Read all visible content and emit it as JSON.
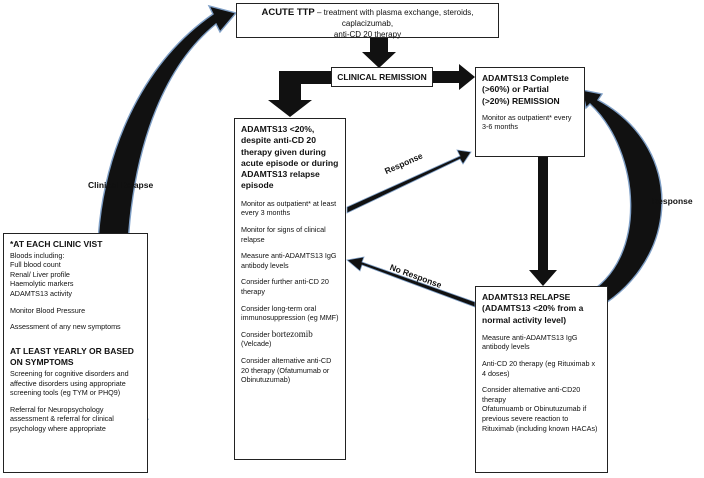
{
  "acute": {
    "heading": "ACUTE TTP",
    "text": " – treatment with plasma exchange, steroids,  caplacizumab,",
    "text2": "anti-CD 20 therapy"
  },
  "remission": {
    "label": "CLINICAL REMISSION"
  },
  "low_box": {
    "heading": "ADAMTS13 <20%, despite anti-CD 20 therapy given during acute episode or during ADAMTS13 relapse episode",
    "items": [
      "Monitor as outpatient* at least every 3 months",
      "Monitor for signs of clinical relapse",
      "Measure anti-ADAMTS13 IgG antibody levels",
      "Consider further anti-CD 20 therapy",
      "Consider long-term oral immunosuppression (eg MMF)",
      "Consider",
      "bortezomib",
      "(Velcade)",
      "Consider alternative anti-CD 20 therapy (Ofatumumab or Obinutuzumab)"
    ]
  },
  "complete_box": {
    "heading": "ADAMTS13 Complete (>60%) or Partial (>20%) REMISSION",
    "text": "Monitor as outpatient* every 3-6 months"
  },
  "relapse_box": {
    "heading": "ADAMTS13 RELAPSE (ADAMTS13 <20% from a normal activity level)",
    "items": [
      "Measure anti-ADAMTS13 IgG antibody levels",
      "Anti-CD 20 therapy (eg Rituximab x 4 doses)",
      "Consider alternative anti-CD20 therapy",
      "Ofatumuamb or Obinutuzumab if previous severe reaction to Rituximab (including known HACAs)"
    ]
  },
  "clinic_box": {
    "heading": "*AT EACH CLINIC VIST",
    "bloods": [
      "Bloods including:",
      "Full blood count",
      "Renal/ Liver profile",
      "Haemolytic markers",
      "ADAMTS13 activity"
    ],
    "bp": "Monitor Blood Pressure",
    "symptoms": "Assessment of any new symptoms",
    "heading2": "AT LEAST YEARLY OR BASED ON SYMPTOMS",
    "screening": "Screening for cognitive disorders and affective disorders using appropriate screening tools (eg TYM or PHQ9)",
    "referral": "Referral for Neuropsychology assessment & referral for clinical psychology where appropriate"
  },
  "labels": {
    "clinical_relapse": "Clinical Relapse",
    "response_left": "Response",
    "response_right": "Response",
    "no_response": "No Response"
  },
  "colors": {
    "arrow_fill": "#111111",
    "arrow_edge": "#7f9fc6"
  }
}
